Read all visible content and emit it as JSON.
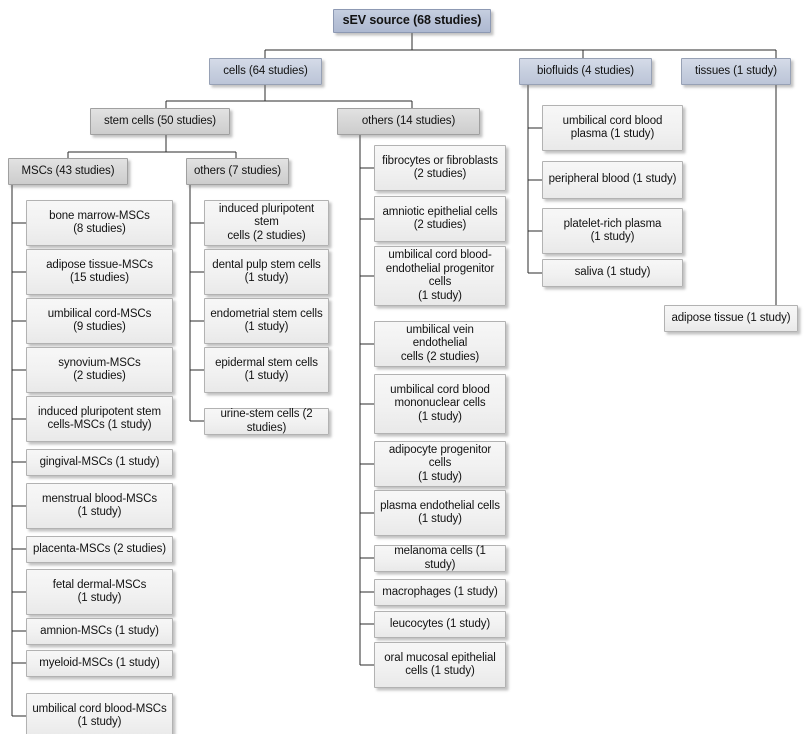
{
  "diagram": {
    "title": "sEV source classification tree",
    "colors": {
      "root_fill": "#bcc6da",
      "level2_fill": "#c9d1e0",
      "level3_fill": "#d9d9d9",
      "leaf_fill": "#f2f2f2",
      "border": "#a8a8a8",
      "connector": "#2b2b2b",
      "text": "#121212",
      "background": "#ffffff"
    },
    "root": {
      "label": "sEV source (68 studies)"
    },
    "level2": [
      {
        "label": "cells (64 studies)"
      },
      {
        "label": "biofluids (4 studies)"
      },
      {
        "label": "tissues (1 study)"
      }
    ],
    "level3": [
      {
        "label": "stem cells (50 studies)"
      },
      {
        "label": "others (14 studies)"
      }
    ],
    "level4": [
      {
        "label": "MSCs (43 studies)"
      },
      {
        "label": "others (7 studies)"
      }
    ],
    "msc_children": [
      {
        "label": "bone marrow-MSCs\n(8 studies)"
      },
      {
        "label": "adipose tissue-MSCs\n(15 studies)"
      },
      {
        "label": "umbilical cord-MSCs\n(9 studies)"
      },
      {
        "label": "synovium-MSCs\n(2 studies)"
      },
      {
        "label": "induced pluripotent stem\ncells-MSCs (1 study)"
      },
      {
        "label": "gingival-MSCs (1 study)"
      },
      {
        "label": "menstrual blood-MSCs\n(1 study)"
      },
      {
        "label": "placenta-MSCs (2 studies)"
      },
      {
        "label": "fetal dermal-MSCs\n(1 study)"
      },
      {
        "label": "amnion-MSCs (1 study)"
      },
      {
        "label": "myeloid-MSCs (1 study)"
      },
      {
        "label": "umbilical cord blood-MSCs\n(1 study)"
      }
    ],
    "stem_other_children": [
      {
        "label": "induced pluripotent stem\ncells (2 studies)"
      },
      {
        "label": "dental pulp stem cells\n(1 study)"
      },
      {
        "label": "endometrial stem cells\n(1 study)"
      },
      {
        "label": "epidermal stem cells\n(1 study)"
      },
      {
        "label": "urine-stem cells (2 studies)"
      }
    ],
    "cell_other_children": [
      {
        "label": "fibrocytes or fibroblasts\n(2 studies)"
      },
      {
        "label": "amniotic epithelial cells\n(2 studies)"
      },
      {
        "label": "umbilical cord blood-\nendothelial progenitor cells\n(1 study)"
      },
      {
        "label": "umbilical vein endothelial\ncells (2 studies)"
      },
      {
        "label": "umbilical cord blood\nmononuclear cells\n(1 study)"
      },
      {
        "label": "adipocyte progenitor cells\n(1 study)"
      },
      {
        "label": "plasma endothelial cells\n(1 study)"
      },
      {
        "label": "melanoma cells (1 study)"
      },
      {
        "label": "macrophages (1 study)"
      },
      {
        "label": "leucocytes (1 study)"
      },
      {
        "label": "oral mucosal epithelial\ncells (1 study)"
      }
    ],
    "biofluid_children": [
      {
        "label": "umbilical cord blood\nplasma (1 study)"
      },
      {
        "label": "peripheral blood (1 study)"
      },
      {
        "label": "platelet-rich plasma\n(1 study)"
      },
      {
        "label": "saliva (1 study)"
      }
    ],
    "tissue_children": [
      {
        "label": "adipose tissue (1 study)"
      }
    ]
  }
}
